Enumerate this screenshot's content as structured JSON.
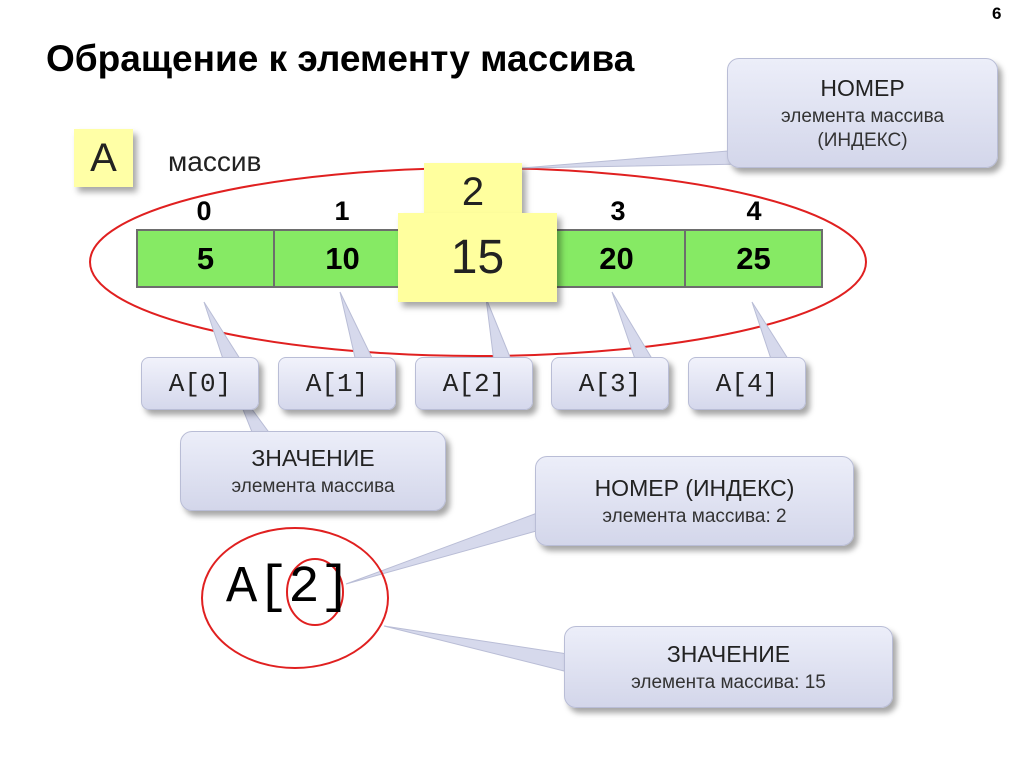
{
  "slide": {
    "number": "6",
    "title": "Обращение к элементу массива"
  },
  "array": {
    "name": "A",
    "caption": "массив",
    "indices": [
      "0",
      "1",
      "2",
      "3",
      "4"
    ],
    "values": [
      "5",
      "10",
      "15",
      "20",
      "25"
    ],
    "highlight_index": "2",
    "highlight_value": "15"
  },
  "references": [
    "A[0]",
    "A[1]",
    "A[2]",
    "A[3]",
    "A[4]"
  ],
  "callouts": {
    "index_top": {
      "line1": "НОМЕР",
      "line2": "элемента массива",
      "line3": "(ИНДЕКС)"
    },
    "value_mid": {
      "line1": "ЗНАЧЕНИЕ",
      "line2": "элемента массива"
    },
    "index_bottom": {
      "line1": "НОМЕР (ИНДЕКС)",
      "line2": "элемента массива: 2"
    },
    "value_bottom": {
      "line1": "ЗНАЧЕНИЕ",
      "line2": "элемента массива: 15"
    }
  },
  "example": {
    "prefix": "A[",
    "index": "2",
    "suffix": "]"
  },
  "colors": {
    "cell_green": "#86ea64",
    "card_yellow": "#ffff9e",
    "ellipse_red": "#e02020",
    "bubble_fill": "#dfe2f2"
  }
}
